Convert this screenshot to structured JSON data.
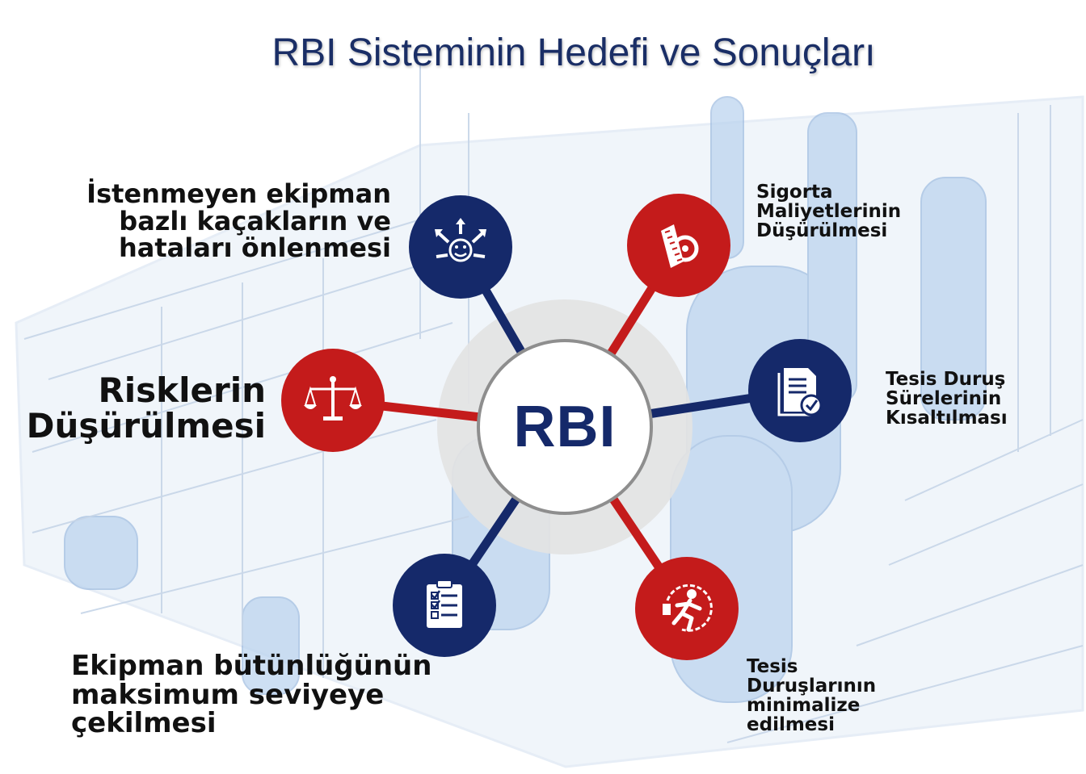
{
  "title": "RBI Sisteminin Hedefi ve Sonuçları",
  "center": "RBI",
  "colors": {
    "navy": "#15296a",
    "red": "#c41b1b",
    "background_art": "#bcd3ec"
  },
  "items": [
    {
      "lines": [
        "İstenmeyen ekipman",
        "bazlı kaçakların ve",
        "hataları önlenmesi"
      ],
      "icon": "smiley-arrows-icon",
      "color": "navy"
    },
    {
      "lines": [
        "Sigorta",
        "Maliyetlerinin",
        "Düşürülmesi"
      ],
      "icon": "insurance-tape-icon",
      "color": "red"
    },
    {
      "lines": [
        "Risklerin",
        "Düşürülmesi"
      ],
      "icon": "scales-icon",
      "color": "red"
    },
    {
      "lines": [
        "Tesis Duruş",
        "Sürelerinin",
        "Kısaltılması"
      ],
      "icon": "document-check-icon",
      "color": "navy"
    },
    {
      "lines": [
        "Ekipman bütünlüğünün",
        "maksimum seviyeye",
        "çekilmesi"
      ],
      "icon": "checklist-icon",
      "color": "navy"
    },
    {
      "lines": [
        "Tesis",
        "Duruşlarının",
        "minimalize",
        "edilmesi"
      ],
      "icon": "running-person-icon",
      "color": "red"
    }
  ]
}
